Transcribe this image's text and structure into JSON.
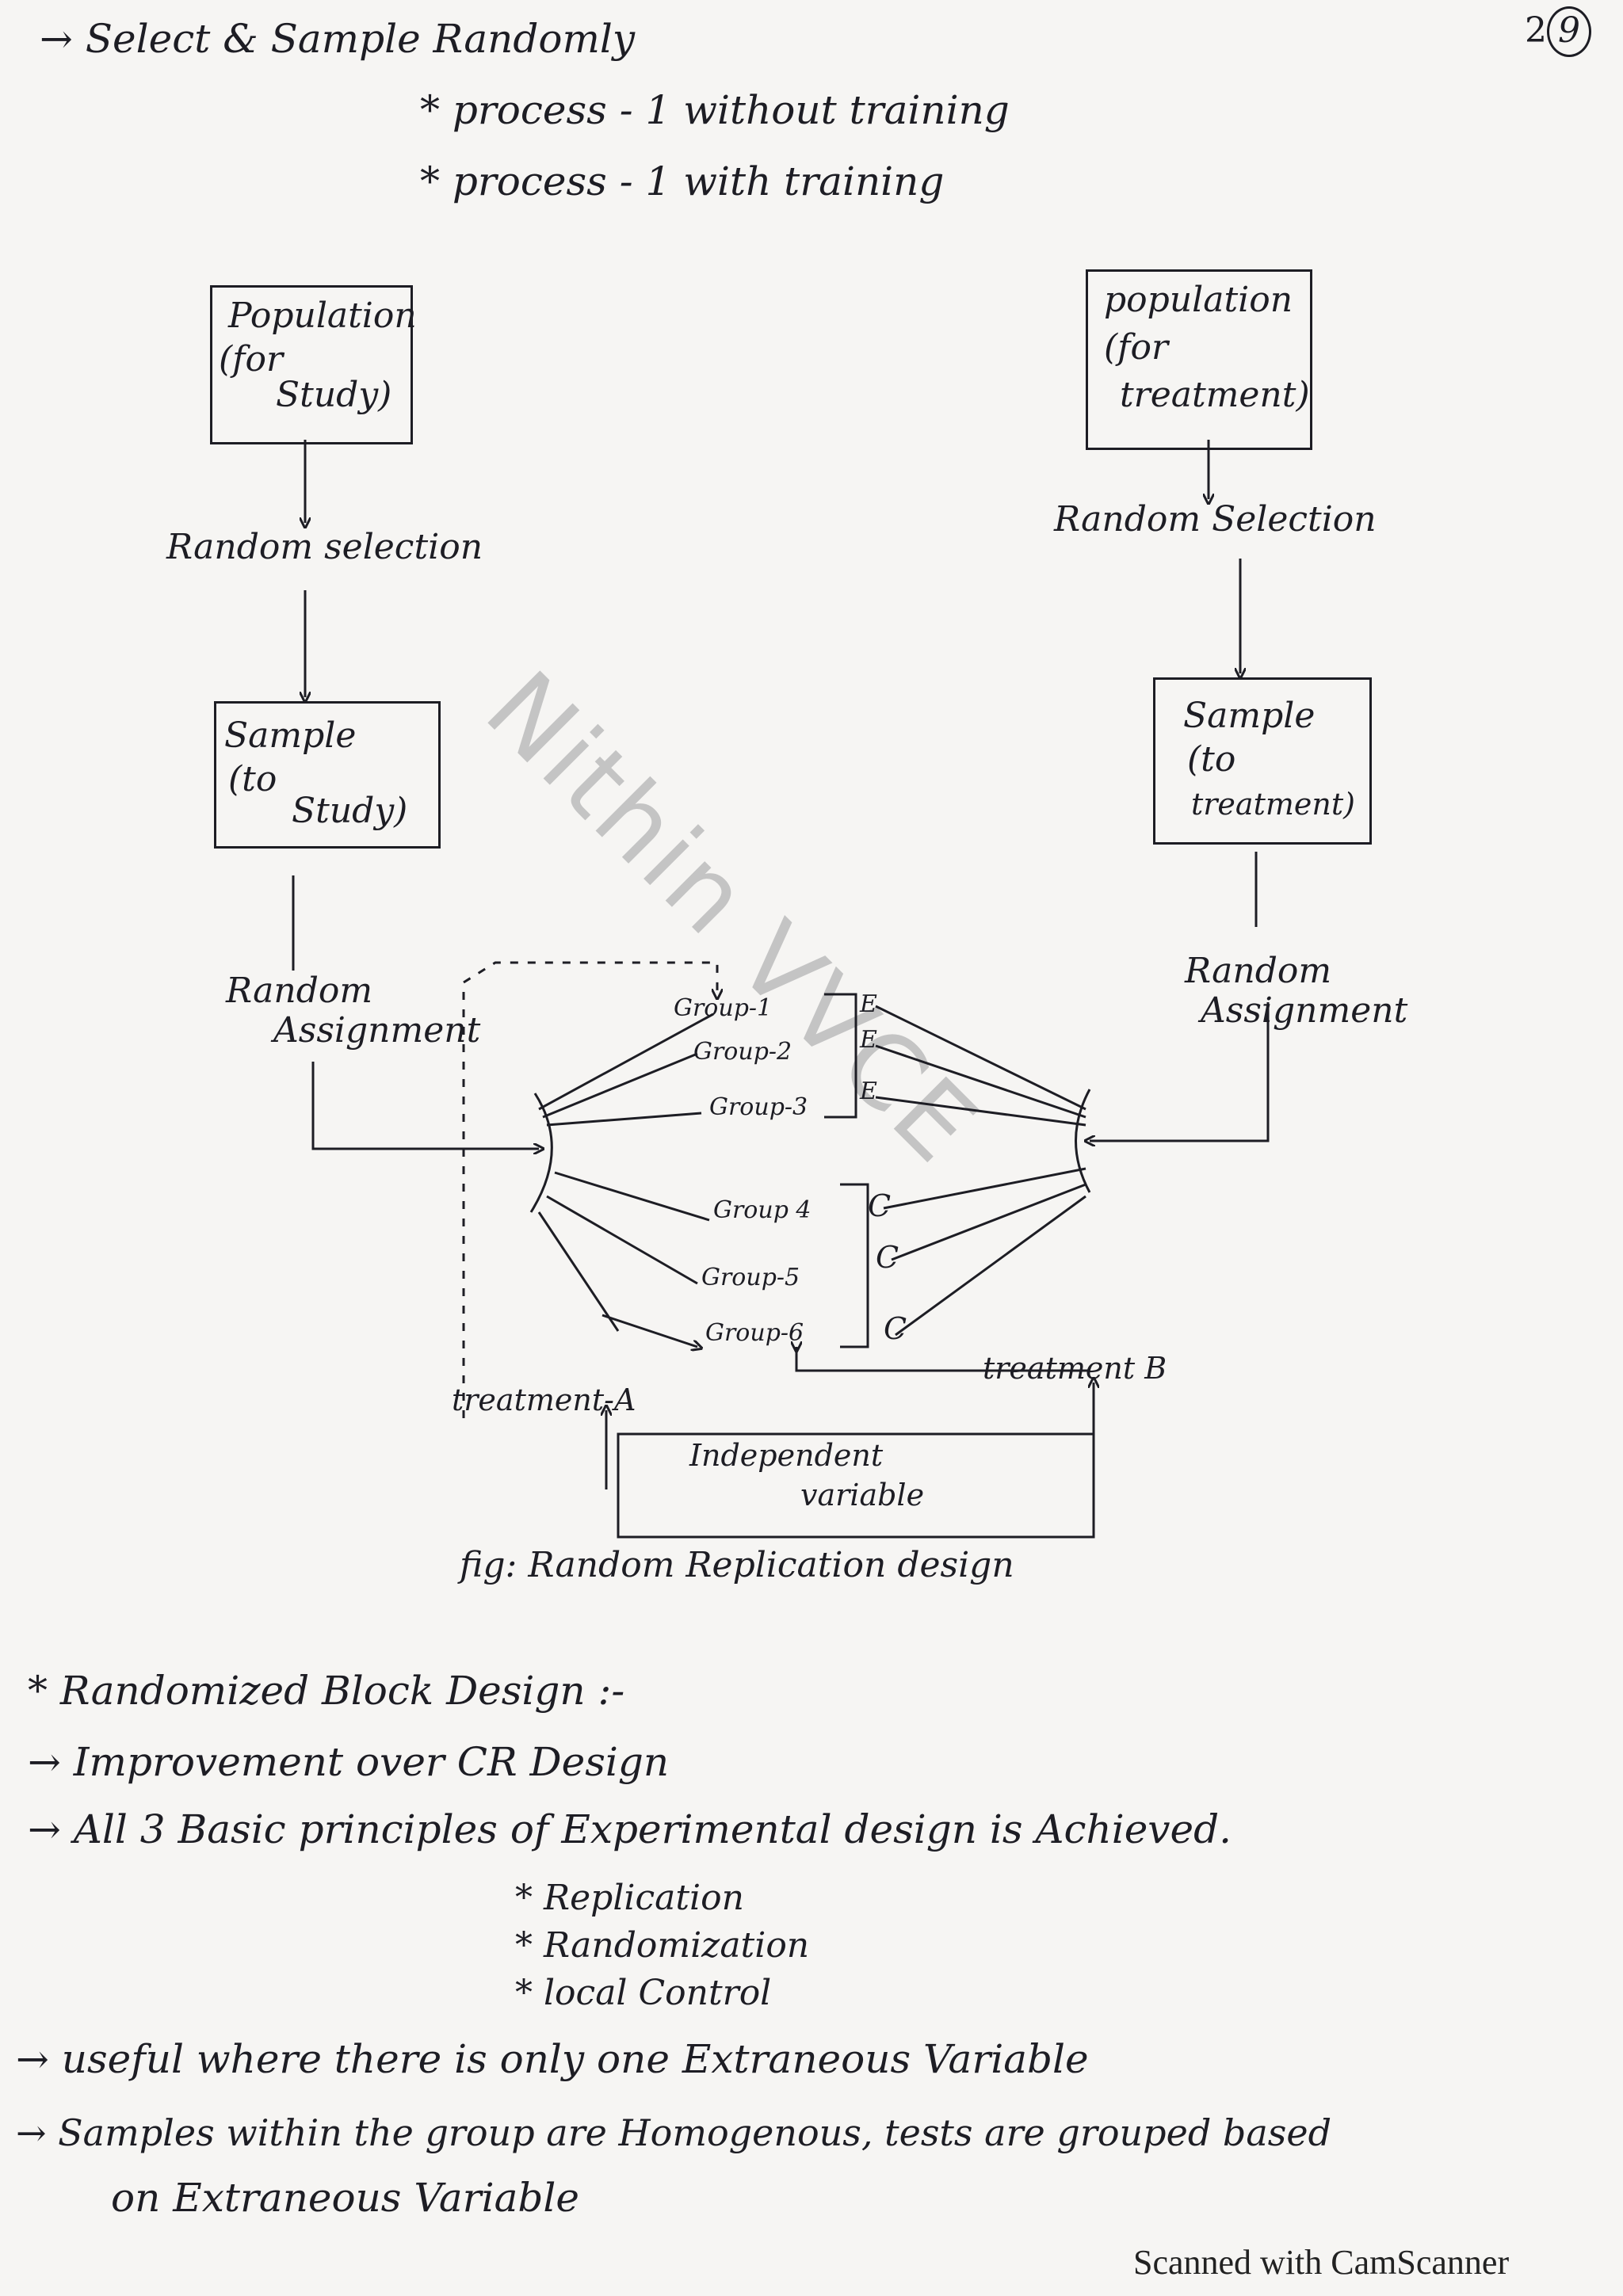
{
  "header": {
    "line1": "→ Select & Sample Randomly",
    "line2": "* process - 1 without training",
    "line3": "* process - 1 with training",
    "page_number_prefix": "2",
    "page_number_circled": "9"
  },
  "watermark": "Nithin VVCE",
  "diagram": {
    "left_population": [
      "Population",
      "(for",
      "Study)"
    ],
    "right_population": [
      "population",
      "(for",
      "treatment)"
    ],
    "left_random_selection": "Random selection",
    "right_random_selection": "Random Selection",
    "left_sample": [
      "Sample",
      "(to",
      "Study)"
    ],
    "right_sample": [
      "Sample",
      "(to",
      "treatment)"
    ],
    "left_random_assignment": [
      "Random",
      "Assignment"
    ],
    "right_random_assignment": [
      "Random",
      "Assignment"
    ],
    "groups": [
      "Group-1",
      "Group-2",
      "Group-3",
      "Group 4",
      "Group-5",
      "Group-6"
    ],
    "group_tags": [
      "E",
      "E",
      "E",
      "C",
      "C",
      "C"
    ],
    "treatment_a": "treatment-A",
    "treatment_b": "treatment B",
    "independent_variable": [
      "Independent",
      "variable"
    ],
    "caption": "fig: Random Replication design"
  },
  "notes": {
    "heading": "* Randomized Block Design :-",
    "point1": "→ Improvement over CR Design",
    "point2": "→ All 3 Basic principles of Experimental design is Achieved.",
    "principles": [
      "* Replication",
      "* Randomization",
      "* local Control"
    ],
    "point3": "→ useful where there is only one Extraneous Variable",
    "point4a": "→ Samples within the group are Homogenous, tests are grouped based",
    "point4b": "on Extraneous Variable"
  },
  "footer": "Scanned with CamScanner"
}
